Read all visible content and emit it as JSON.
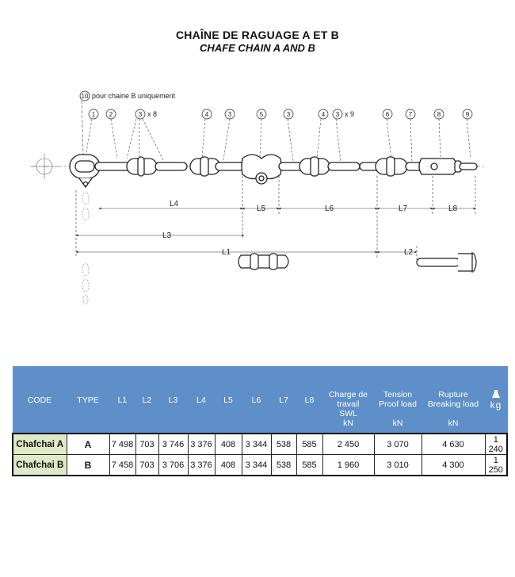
{
  "header": {
    "title": "CHAÎNE DE RAGUAGE A ET B",
    "subtitle": "CHAFE CHAIN A AND B"
  },
  "diagram": {
    "note": "pour chaine B uniquement",
    "note_number": "10",
    "callouts": [
      "1",
      "2",
      "3",
      "4",
      "3",
      "5",
      "3",
      "4",
      "3",
      "6",
      "7",
      "8",
      "9"
    ],
    "qty_first": "x 8",
    "qty_second": "x 9",
    "dimensions": [
      "L4",
      "L5",
      "L6",
      "L7",
      "L8",
      "L3",
      "L1",
      "L2"
    ]
  },
  "table": {
    "headers": {
      "code": "CODE",
      "type": "TYPE",
      "l1": "L1",
      "l2": "L2",
      "l3": "L3",
      "l4": "L4",
      "l5": "L5",
      "l6": "L6",
      "l7": "L7",
      "l8": "L8",
      "swl_line1": "Charge de",
      "swl_line2": "travail",
      "swl_line3": "SWL",
      "swl_unit": "kN",
      "proof_line1": "Tension",
      "proof_line2": "Proof load",
      "proof_unit": "kN",
      "break_line1": "Rupture",
      "break_line2": "Breaking load",
      "break_unit": "kN",
      "weight_unit": "kg"
    },
    "rows": [
      {
        "code": "Chafchai A",
        "type": "A",
        "l1": "7 498",
        "l2": "703",
        "l3": "3 746",
        "l4": "3 376",
        "l5": "408",
        "l6": "3 344",
        "l7": "538",
        "l8": "585",
        "swl": "2 450",
        "proof": "3 070",
        "breaking": "4 630",
        "weight": "1 240"
      },
      {
        "code": "Chafchai B",
        "type": "B",
        "l1": "7 458",
        "l2": "703",
        "l3": "3 706",
        "l4": "3 376",
        "l5": "408",
        "l6": "3 344",
        "l7": "538",
        "l8": "585",
        "swl": "1 960",
        "proof": "3 010",
        "breaking": "4 300",
        "weight": "1 250"
      }
    ]
  }
}
